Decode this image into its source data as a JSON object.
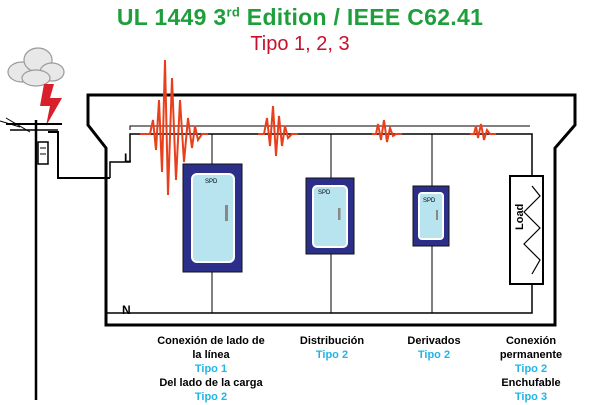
{
  "header": {
    "title_main": "UL 1449 3",
    "title_sup": "rd",
    "title_rest": " Edition / IEEE C62.41",
    "subtitle": "Tipo 1, 2, 3"
  },
  "wires": {
    "line": "L",
    "neutral": "N"
  },
  "devices": {
    "spd1": "SPD",
    "spd2": "SPD",
    "spd3": "SPD",
    "load": "Load"
  },
  "labels": {
    "col1": {
      "line1": "Conexión de lado de",
      "line2": "la línea",
      "type_a": "Tipo 1",
      "line3": "Del lado de la carga",
      "type_b": "Tipo 2"
    },
    "col2": {
      "line1": "Distribución",
      "type": "Tipo 2"
    },
    "col3": {
      "line1": "Derivados",
      "type": "Tipo 2"
    },
    "col4": {
      "line1": "Conexión",
      "line2": "permanente",
      "type_a": "Tipo 2",
      "line3": "Enchufable",
      "type_b": "Tipo 3"
    }
  },
  "colors": {
    "title": "#1f9e3c",
    "subtitle": "#c8102e",
    "surge": "#e8401c",
    "panel_frame": "#2b2f8a",
    "panel_door": "#b8e4ef",
    "tipo": "#20b4e8"
  }
}
